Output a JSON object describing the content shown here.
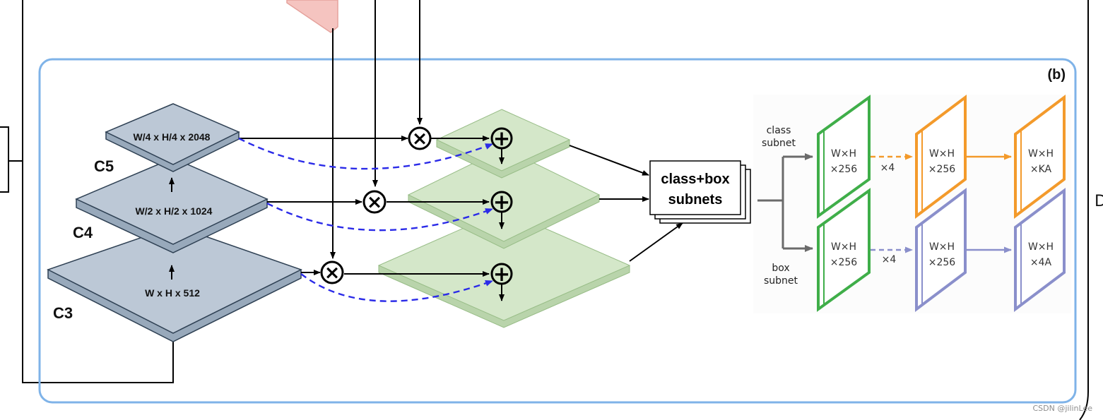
{
  "panel": {
    "label": "(b)",
    "edge_glyph": "D",
    "watermark": "CSDN @jilinLee",
    "colors": {
      "panel_border": "#7FB3E8",
      "feature": "#BCC8D6",
      "fpn": "#CFE3C4",
      "class_head": "#F39A2B",
      "box_head": "#8A8FCB",
      "subnet_input": "#3FAE49"
    }
  },
  "backbone": {
    "c5": {
      "name": "C5",
      "dims": "W/4 x H/4 x 2048"
    },
    "c4": {
      "name": "C4",
      "dims": "W/2 x H/2 x 1024"
    },
    "c3": {
      "name": "C3",
      "dims": "W x H x 512"
    }
  },
  "operators": {
    "multiply": "×",
    "add": "+"
  },
  "subnets_box": {
    "line1": "class+box",
    "line2": "subnets"
  },
  "head": {
    "class_label": [
      "class",
      "subnet"
    ],
    "box_label": [
      "box",
      "subnet"
    ],
    "class_blocks": [
      {
        "line1": "W×H",
        "line2": "×256"
      },
      {
        "line1": "W×H",
        "line2": "×256"
      },
      {
        "line1": "W×H",
        "line2": "×KA"
      }
    ],
    "box_blocks": [
      {
        "line1": "W×H",
        "line2": "×256"
      },
      {
        "line1": "W×H",
        "line2": "×256"
      },
      {
        "line1": "W×H",
        "line2": "×4A"
      }
    ],
    "repeat_class": "×4",
    "repeat_box": "×4"
  }
}
